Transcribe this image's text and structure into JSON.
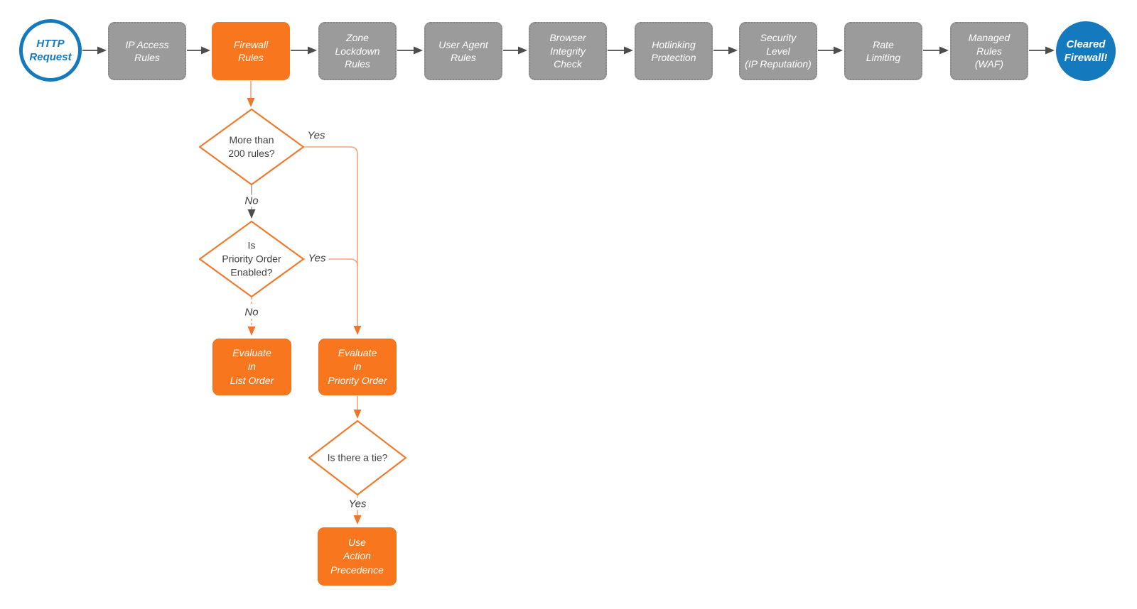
{
  "colors": {
    "accent_orange": "#f8771e",
    "diamond_stroke_orange": "#ef7b2e",
    "connector_light_orange": "#f5a37b",
    "process_gray": "#9b9b9b",
    "terminal_blue": "#1579be",
    "arrow_dark_gray": "#4d4d4d"
  },
  "flow": {
    "start": "HTTP\nRequest",
    "end": "Cleared\nFirewall!",
    "pipeline": [
      "IP Access\nRules",
      "Firewall\nRules",
      "Zone\nLockdown\nRules",
      "User Agent\nRules",
      "Browser\nIntegrity\nCheck",
      "Hotlinking\nProtection",
      "Security\nLevel\n(IP Reputation)",
      "Rate\nLimiting",
      "Managed\nRules\n(WAF)"
    ],
    "decisions": {
      "rules_count": "More than\n200 rules?",
      "priority_enabled": "Is\nPriority Order\nEnabled?",
      "tie": "Is there a tie?"
    },
    "actions": {
      "list_order": "Evaluate\nin\nList Order",
      "priority_order": "Evaluate\nin\nPriority Order",
      "action_precedence": "Use\nAction\nPrecedence"
    },
    "labels": {
      "yes1": "Yes",
      "no1": "No",
      "yes2": "Yes",
      "no2": "No",
      "yes3": "Yes"
    }
  }
}
